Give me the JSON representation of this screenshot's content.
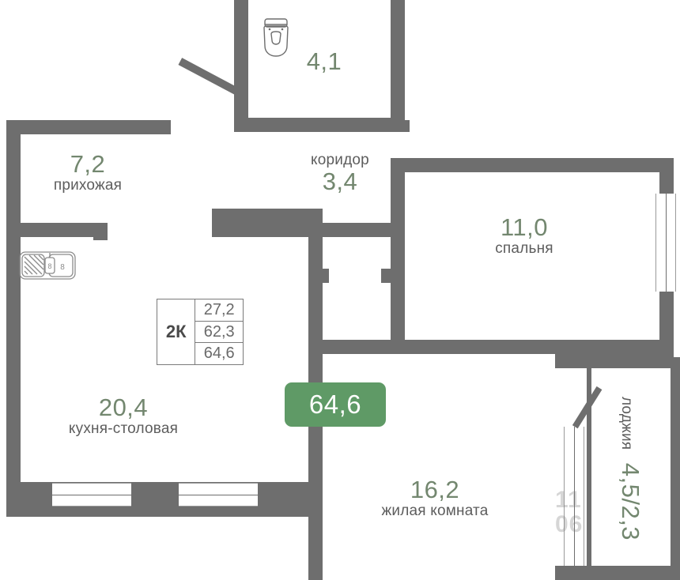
{
  "plan": {
    "type": "apartment-floor-plan",
    "total_badge": "64,6",
    "info_table": {
      "rooms_label": "2К",
      "values": [
        "27,2",
        "62,3",
        "64,6"
      ]
    },
    "colors": {
      "wall": "#6e6e6e",
      "area_text": "#73876f",
      "room_text": "#5d5d5d",
      "badge_bg": "#5f9a66",
      "background": "#ffffff"
    },
    "watermark": "11\n06"
  },
  "rooms": [
    {
      "id": "bathroom",
      "area": "4,1",
      "name": ""
    },
    {
      "id": "hallway",
      "area": "7,2",
      "name": "прихожая"
    },
    {
      "id": "corridor",
      "area": "3,4",
      "name": "коридор"
    },
    {
      "id": "bedroom",
      "area": "11,0",
      "name": "спальня"
    },
    {
      "id": "kitchen",
      "area": "20,4",
      "name": "кухня-столовая"
    },
    {
      "id": "living_room",
      "area": "16,2",
      "name": "жилая комната"
    },
    {
      "id": "loggia",
      "area": "4,5/2,3",
      "name": "лоджия"
    }
  ],
  "fixtures": [
    {
      "id": "toilet",
      "icon": "toilet-icon"
    },
    {
      "id": "sink",
      "icon": "kitchen-sink-icon"
    }
  ]
}
